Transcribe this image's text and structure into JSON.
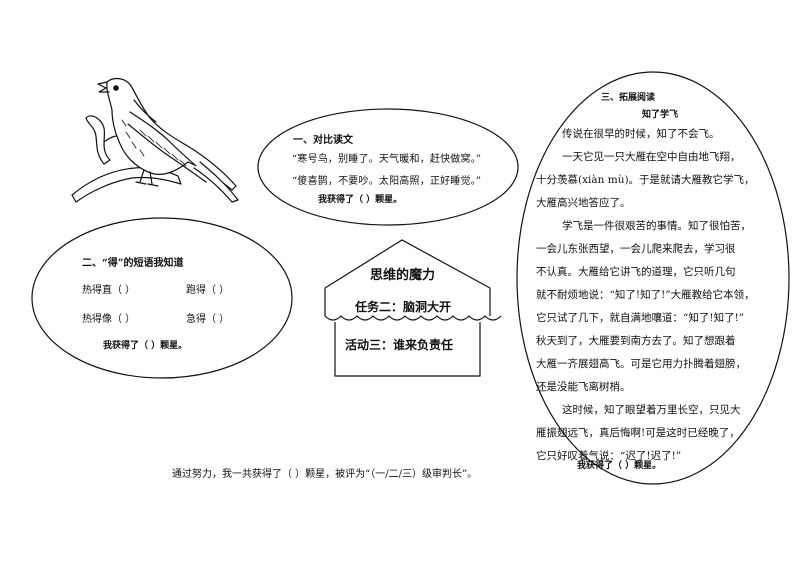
{
  "section1": {
    "title": "一、对比读文",
    "line1": "“寒号鸟，别睡了。天气暖和，赶快做窝。”",
    "line2": "“傻喜鹊，不要吵。太阳高照，正好睡觉。”",
    "score": "我获得了（     ）颗星。"
  },
  "section2": {
    "title": "二、“得”的短语我知道",
    "items": [
      "热得直（      ）",
      "跑得（         ）",
      "热得像（      ）",
      "急得（         ）"
    ],
    "score": "我获得了（     ）颗星。"
  },
  "house": {
    "title": "思维的魔力",
    "task": "任务二：脑洞大开",
    "activity": "活动三：谁来负责任"
  },
  "section3": {
    "title": "三、拓展阅读",
    "subtitle": "知了学飞",
    "lines": [
      "传说在很早的时候，知了不会飞。",
      "一天它见一只大雁在空中自由地飞翔，",
      "十分羡慕(xiàn mù)。于是就请大雁教它学飞，",
      "大雁高兴地答应了。",
      "学飞是一件很艰苦的事情。知了很怕苦，",
      "一会儿东张西望，一会儿爬来爬去，学习很",
      "不认真。大雁给它讲飞的道理，它只听几句",
      "就不耐烦地说：“知了!知了!”大雁教给它本领，",
      "它只试了几下，就自满地嚷道：“知了!知了!”",
      "秋天到了，大雁要到南方去了。知了想跟着",
      "大雁一齐展翅高飞。可是它用力扑腾着翅膀，",
      "还是没能飞离树梢。",
      "这时候，知了眼望着万里长空，只见大",
      "雁振翅远飞，真后悔啊!可是这时已经晚了，",
      "它只好叹着气说：“迟了!迟了!”"
    ],
    "score": "我获得了（       ）颗星。"
  },
  "footer": "通过努力，我一共获得了（          ）颗星，被评为“（一/二/三）级审判长”。"
}
